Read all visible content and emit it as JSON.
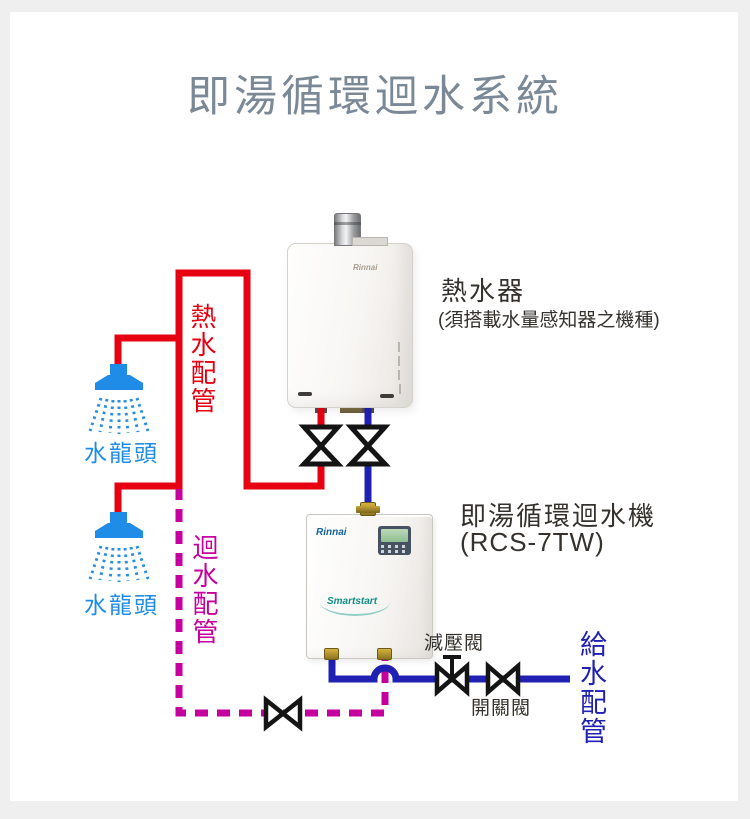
{
  "title": "即湯循環迴水系統",
  "heater": {
    "brand": "Rinnai",
    "label": "熱水器",
    "note": "(須搭載水量感知器之機種)"
  },
  "circulator": {
    "brand": "Rinnai",
    "sub_brand": "Smartstart",
    "label": "即湯循環迴水機",
    "model": "(RCS-7TW)"
  },
  "pipes": {
    "hot": {
      "label": "熱水配管",
      "color": "#e60012",
      "style": "solid"
    },
    "return": {
      "label": "迴水配管",
      "color": "#c6009f",
      "style": "dashed"
    },
    "supply": {
      "label": "給水配管",
      "color": "#2020b2",
      "style": "solid"
    }
  },
  "faucets": [
    {
      "label": "水龍頭"
    },
    {
      "label": "水龍頭"
    }
  ],
  "valves": {
    "pressure_reducing": {
      "label": "減壓閥"
    },
    "on_off": {
      "label": "開關閥"
    }
  },
  "colors": {
    "title": "#7b8997",
    "faucet": "#1f8ce8",
    "dark_text": "#35312d"
  }
}
